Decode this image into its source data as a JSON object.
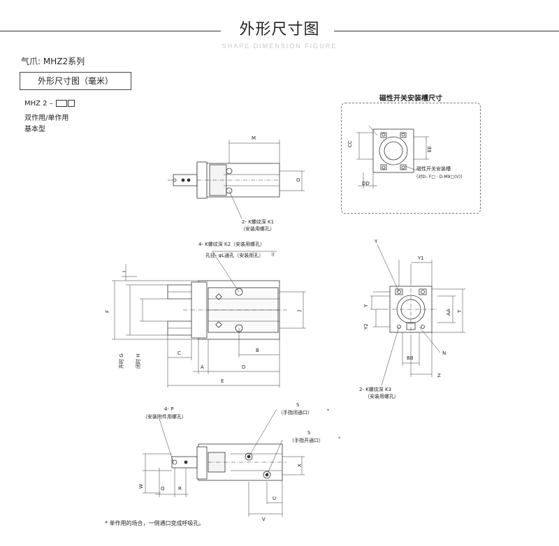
{
  "header": {
    "title": "外形尺寸图",
    "subtitle": "SHAPE DIMENSION FIGURE"
  },
  "series_label": "气爪: MHZ2系列",
  "section_title": "外形尺寸图（毫米）",
  "model": {
    "code": "MHZ 2 –",
    "line1": "双作用/单作用",
    "line2": "基本型"
  },
  "slot_panel": {
    "title": "磁性开关安装槽尺寸",
    "switch_note": "磁性开关安装槽",
    "switch_model": "(对D– F□ · D-M9□(V))",
    "dims": [
      "CC",
      "EE",
      "DD"
    ]
  },
  "top_view": {
    "dim_m": "M",
    "dim_o": "O",
    "callout_k1_line1": "2- K螺纹深 K1",
    "callout_k1_line2": "（安装用螺孔）"
  },
  "main_view": {
    "callout_k2_line1": "4- K螺纹深 K2（安装用螺孔）",
    "callout_k2_line2": "孔径- φL通孔（安装用孔）",
    "callout_k2_sup": "注",
    "dims": {
      "i": "I",
      "f": "F",
      "j": "J",
      "g": "开时 G",
      "h": "闭时 H",
      "c": "C",
      "b": "B",
      "a": "A",
      "d": "D",
      "e": "E"
    }
  },
  "side_view": {
    "dims": {
      "y": "Y",
      "y1": "Y1",
      "y2": "Y2",
      "aa": "AA",
      "t": "T",
      "bb": "BB",
      "n": "N",
      "z": "Z"
    },
    "callout_k3_line1": "2- K螺纹深 K3",
    "callout_k3_line2": "（安装用螺孔）"
  },
  "bottom_view": {
    "callout_p_line1": "4- P",
    "callout_p_line2": "（安装附件用螺孔）",
    "callout_s1_label": "S",
    "callout_s1_text": "（手指闭通口）",
    "callout_s2_label": "S",
    "callout_s2_text": "（手指开通口）",
    "dims": {
      "x": "X",
      "w": "W",
      "q": "Q",
      "r": "R",
      "u": "U",
      "v": "V"
    }
  },
  "footnote": "* 单作用的场合，一侧通口变成呼吸孔。"
}
